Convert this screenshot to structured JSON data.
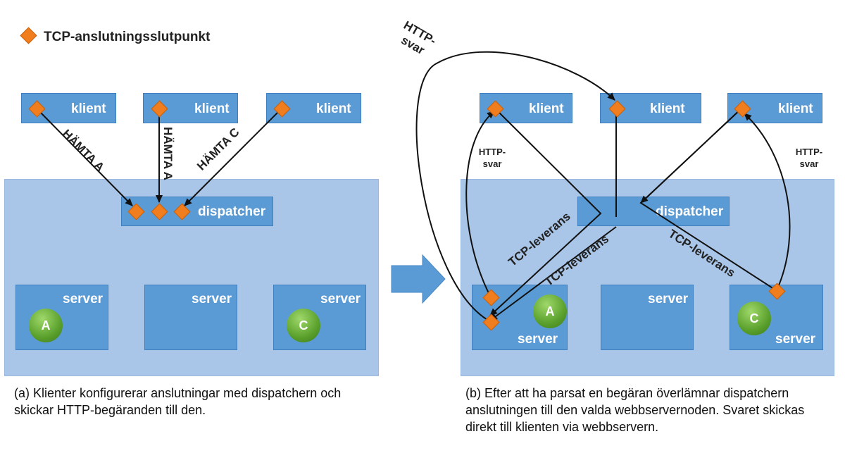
{
  "legend": {
    "label": "TCP-anslutningsslutpunkt",
    "color": "#f07d1e"
  },
  "panel_a": {
    "clients": [
      "klient",
      "klient",
      "klient"
    ],
    "dispatcher": "dispatcher",
    "servers": [
      "server",
      "server",
      "server"
    ],
    "circle_a": "A",
    "circle_c": "C",
    "arrow_left": "HÄMTA A",
    "arrow_middle": "HÄMTA A",
    "arrow_right": "HÄMTA C",
    "caption": "(a) Klienter konfigurerar anslutningar med dispatchern och skickar HTTP-begäranden till den."
  },
  "panel_b": {
    "clients": [
      "klient",
      "klient",
      "klient"
    ],
    "dispatcher": "dispatcher",
    "servers": [
      "server",
      "server",
      "server"
    ],
    "circle_a": "A",
    "circle_c": "C",
    "http_top_line1": "HTTP-",
    "http_top_line2": "svar",
    "http_left_line1": "HTTP-",
    "http_left_line2": "svar",
    "http_right_line1": "HTTP-",
    "http_right_line2": "svar",
    "tcp_1": "TCP-leverans",
    "tcp_2": "TCP-leverans",
    "tcp_3": "TCP-leverans",
    "caption": "(b) Efter att ha parsat en begäran överlämnar dispatchern anslutningen till den valda webbservernoden. Svaret skickas direkt till klienten via webbservern."
  },
  "colors": {
    "box": "#5b9bd5",
    "panel": "#a9c6e8",
    "endpoint": "#f07d1e",
    "arrow": "#5b9bd5"
  }
}
